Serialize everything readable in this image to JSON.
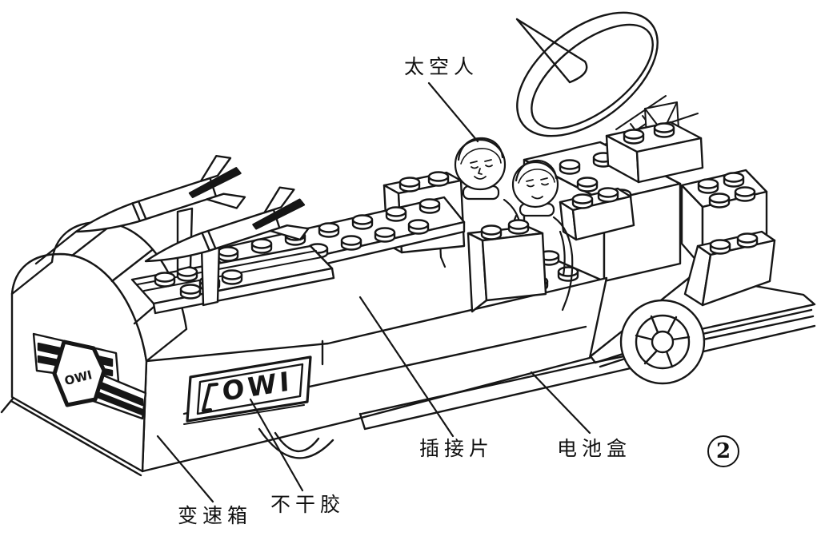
{
  "figure": {
    "caption_number": "2",
    "labels": {
      "astronaut": "太空人",
      "connector_plate": "插接片",
      "battery_box": "电池盒",
      "gearbox": "变速箱",
      "adhesive_sticker": "不干胶"
    },
    "side_sticker_text": "OWI",
    "front_emblem_text": "OWI"
  },
  "colors": {
    "line": "#161616",
    "background": "#ffffff"
  }
}
